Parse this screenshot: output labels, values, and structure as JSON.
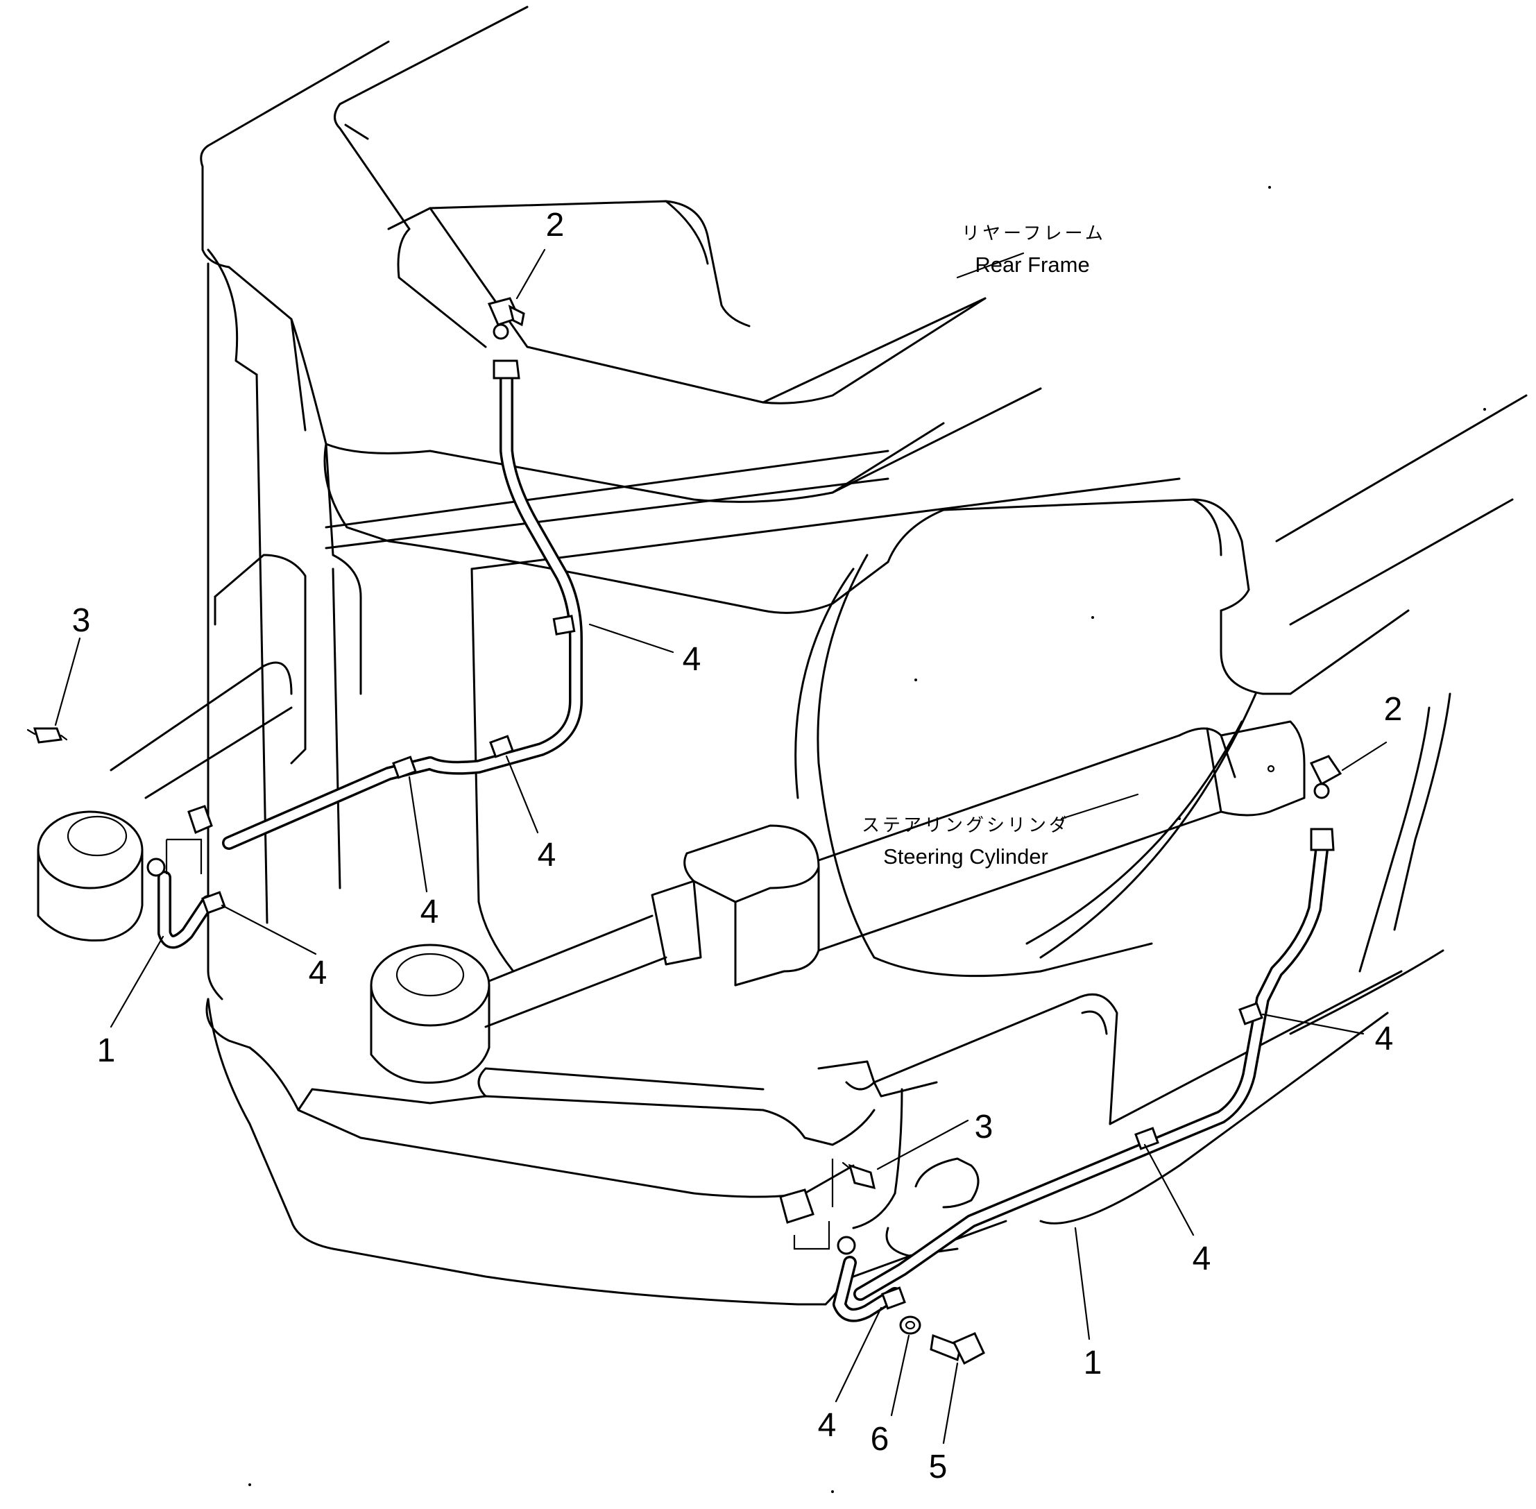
{
  "labels": {
    "rear_frame_jp": "リヤーフレーム",
    "rear_frame_en": "Rear Frame",
    "steering_cylinder_jp": "ステアリングシリンダ",
    "steering_cylinder_en": "Steering Cylinder"
  },
  "callouts": [
    {
      "id": "c-2-top",
      "number": "2"
    },
    {
      "id": "c-3-left",
      "number": "3"
    },
    {
      "id": "c-4-a",
      "number": "4"
    },
    {
      "id": "c-2-right",
      "number": "2"
    },
    {
      "id": "c-4-b",
      "number": "4"
    },
    {
      "id": "c-4-c",
      "number": "4"
    },
    {
      "id": "c-4-d",
      "number": "4"
    },
    {
      "id": "c-1-left",
      "number": "1"
    },
    {
      "id": "c-4-e",
      "number": "4"
    },
    {
      "id": "c-3-right",
      "number": "3"
    },
    {
      "id": "c-4-f",
      "number": "4"
    },
    {
      "id": "c-1-right",
      "number": "1"
    },
    {
      "id": "c-4-g",
      "number": "4"
    },
    {
      "id": "c-6",
      "number": "6"
    },
    {
      "id": "c-5",
      "number": "5"
    }
  ]
}
